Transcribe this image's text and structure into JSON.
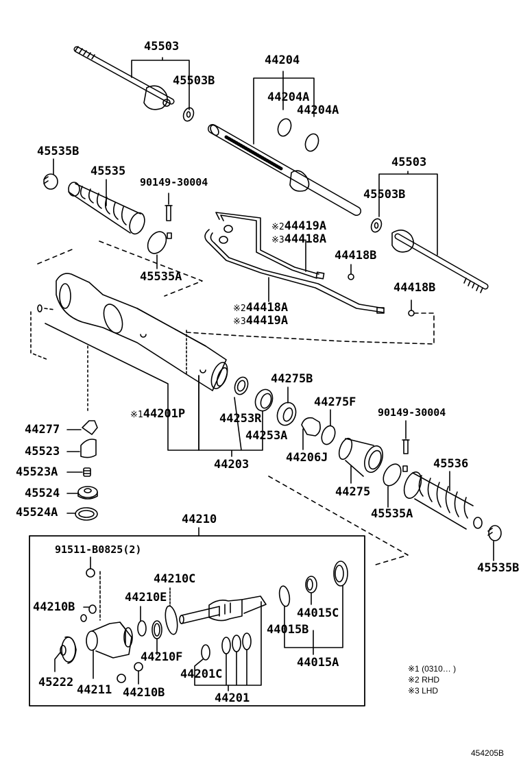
{
  "diagram": {
    "title": "Steering Gear Link parts diagram",
    "figure_code": "454205B",
    "colors": {
      "ink": "#000000",
      "background": "#ffffff"
    },
    "labels": {
      "tie_rod_left": "45503",
      "tie_rod_left_washer": "45503B",
      "rack": "44204",
      "rack_ring_a1": "44204A",
      "rack_ring_a2": "44204A",
      "tie_rod_right": "45503",
      "tie_rod_right_washer": "45503B",
      "boot_clip_left": "45535B",
      "boot_left": "45535",
      "bolt_upper": "90149-30004",
      "clamp_left": "45535A",
      "tube_upper_m2": "※2",
      "tube_upper_p1": "44419A",
      "tube_upper_m3": "※3",
      "tube_upper_p2": "44418A",
      "tube_cap_1": "44418B",
      "tube_cap_2": "44418B",
      "tube_lower_m2": "※2",
      "tube_lower_p1": "44418A",
      "tube_lower_m3": "※3",
      "tube_lower_p2": "44419A",
      "housing_m1": "※1",
      "housing": "44201P",
      "seal_r": "44253R",
      "seal_a": "44253A",
      "bush": "44275B",
      "oring_f": "44275F",
      "bolt_lower": "90149-30004",
      "guide_j": "44206J",
      "cylinder_end": "44275",
      "clamp_right": "45535A",
      "boot_right": "45536",
      "boot_clip_right": "45535B",
      "assy_44203": "44203",
      "rack_guide": "44277",
      "guide_spring_cap": "45523",
      "spring": "45523A",
      "plug": "45524",
      "plug_ring": "45524A",
      "valve_assy": "44210",
      "bolt_valve": "91511-B0825(2)",
      "ring_c": "44210C",
      "ring_e": "44210E",
      "plug_b1": "44210B",
      "dust_cover": "45222",
      "valve_housing": "44211",
      "plug_b2": "44210B",
      "seal_f": "44210F",
      "ring_201c": "44201C",
      "ring_set_201": "44201",
      "oil_seal_c": "44015C",
      "oil_seal_b": "44015B",
      "oil_seal_kit": "44015A"
    },
    "notes": [
      {
        "mark": "※1",
        "text": "(0310…       )"
      },
      {
        "mark": "※2",
        "text": "RHD"
      },
      {
        "mark": "※3",
        "text": "LHD"
      }
    ]
  }
}
